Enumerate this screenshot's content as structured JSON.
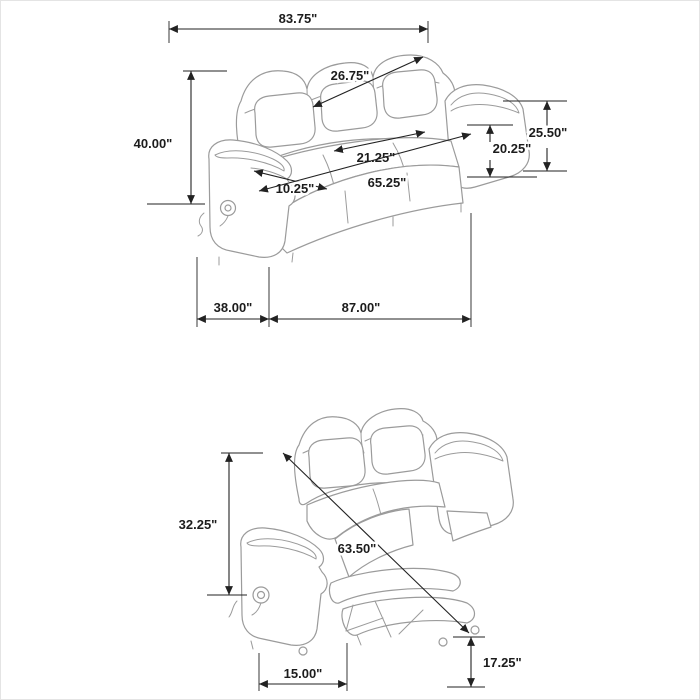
{
  "palette": {
    "background": "#ffffff",
    "border": "#e4e4e4",
    "drawing_line": "#9b9b9b",
    "dimension_line": "#222222",
    "label_color": "#1c1c1c"
  },
  "views": {
    "upright": {
      "label": "sofa-upright-view",
      "dims": {
        "back_width": "83.75\"",
        "back_diag": "26.75\"",
        "height": "40.00\"",
        "back_height": "25.50\"",
        "arm_height": "20.25\"",
        "seat_diag": "21.25\"",
        "arm_top_width": "10.25\"",
        "inner_width": "65.25\"",
        "depth": "38.00\"",
        "width": "87.00\""
      }
    },
    "reclined": {
      "label": "sofa-reclined-view",
      "dims": {
        "height": "32.25\"",
        "length": "63.50\"",
        "footrest_height": "17.25\"",
        "footrest_width": "15.00\""
      }
    }
  }
}
